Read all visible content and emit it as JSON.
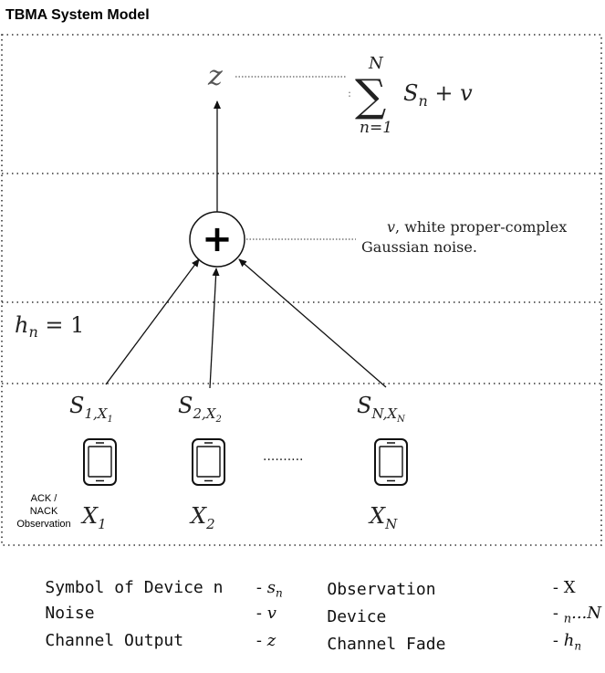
{
  "title": "TBMA System Model",
  "diagram": {
    "output_symbol": "z",
    "sum_top": "N",
    "sum_bottom": "n=1",
    "sum_body_S": "S",
    "sum_body_n": "n",
    "sum_body_rest": " + v",
    "noise_var": "v",
    "noise_line1_rest": ", white proper-complex",
    "noise_line2": "Gaussian noise.",
    "plus_symbol": "+",
    "fade_label": "h",
    "fade_sub": "n",
    "fade_rest": " = 1",
    "ack_line1": "ACK /",
    "ack_line2": "NACK",
    "ack_line3": "Observation",
    "ellipsis": "..........",
    "devices": [
      {
        "S": "S",
        "sub": "1,X",
        "subsub": "1",
        "X": "X",
        "xsub": "1"
      },
      {
        "S": "S",
        "sub": "2,X",
        "subsub": "2",
        "X": "X",
        "xsub": "2"
      },
      {
        "S": "S",
        "sub": "N,X",
        "subsub": "N",
        "X": "X",
        "xsub": "N"
      }
    ]
  },
  "legend": {
    "left": [
      {
        "label": "Symbol of Device n",
        "dash": "-",
        "sym": "s",
        "sub": "n"
      },
      {
        "label": "Noise",
        "dash": "-",
        "sym": "v",
        "sub": ""
      },
      {
        "label": "Channel Output",
        "dash": "-",
        "sym": "z",
        "sub": ""
      }
    ],
    "right": [
      {
        "label": "Observation",
        "dash": "-",
        "sym": "X",
        "sub": "",
        "pre": ""
      },
      {
        "label": "Device",
        "dash": "-",
        "sym": "...N",
        "sub": "",
        "pre": "n"
      },
      {
        "label": "Channel Fade",
        "dash": "-",
        "sym": "h",
        "sub": "n",
        "pre": ""
      }
    ]
  }
}
